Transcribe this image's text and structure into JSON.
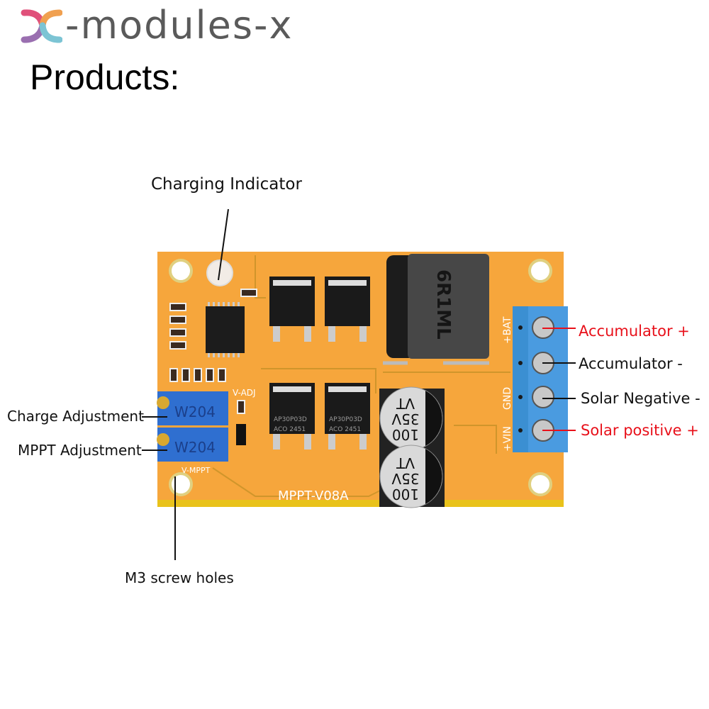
{
  "logo": {
    "text": "-modules-x",
    "colors": [
      "#e0507a",
      "#f0a050",
      "#9a6fb0",
      "#7cc4d4"
    ]
  },
  "header": {
    "title": "Products:"
  },
  "callouts": {
    "charging_indicator": "Charging Indicator",
    "accumulator_plus": "Accumulator +",
    "accumulator_minus": "Accumulator -",
    "solar_negative": "Solar Negative -",
    "solar_positive": "Solar positive +",
    "charge_adjustment": "Charge Adjustment",
    "mppt_adjustment": "MPPT Adjustment",
    "m3_screw_holes": "M3 screw holes"
  },
  "board": {
    "model": "MPPT-V08A",
    "terminal_labels": [
      "+BAT",
      "GND",
      "+VIN"
    ],
    "v_adj": "V-ADJ",
    "v_mppt": "V-MPPT",
    "potentiometer": "W204",
    "mosfet_line1": "AP30P03D",
    "mosfet_line2": "ACO  2451",
    "capacitor_lines": [
      "100",
      "35V",
      "VT"
    ],
    "inductor": "6R1ML"
  },
  "colors": {
    "pcb": "#f6a63c",
    "terminal": "#3b8fd2",
    "highlight_red": "#e8101a",
    "potentiometer": "#2f6fd0"
  }
}
